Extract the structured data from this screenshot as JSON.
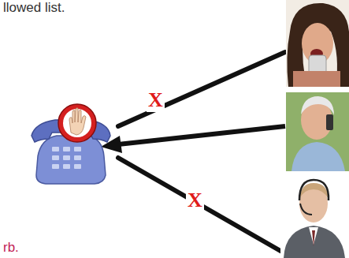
{
  "diagram": {
    "labels": [
      "llowed list.",
      "X",
      "X",
      "rb."
    ]
  }
}
